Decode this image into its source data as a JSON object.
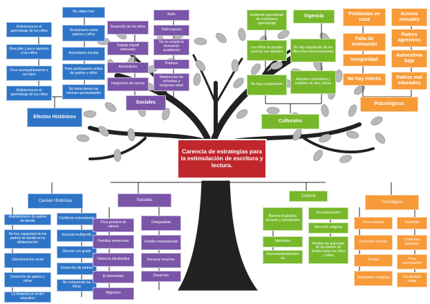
{
  "colors": {
    "blue": "#2e75c8",
    "purple": "#7a55a8",
    "green": "#76b82a",
    "orange": "#f79a37",
    "red": "#c0272d",
    "trunk": "#222222",
    "leaf": "#b8b8b8"
  },
  "center": "Carencia de estrategias para la estimulación de escritura y lectura.",
  "effects": {
    "historicos": {
      "title": "Efectos Históricos",
      "left": [
        "Deficiencia en el aprendizaje de los niños",
        "Descuido y poca atención a los niños",
        "Poco acompañamiento a sus hijos",
        "Deficiencia en el aprendizaje de los niños"
      ],
      "right": [
        "No saben leer",
        "Divisionismo entre padres y niños",
        "Ausentismo escolar",
        "Para participación activa de padres y niños",
        "No todos tienen las mismas oportunidades"
      ]
    },
    "sociales": {
      "title": "Sociales",
      "left": [
        "Deserción de los niños",
        "Trabajo infantil esforzado",
        "Alcoholismo",
        "Integración de menos"
      ],
      "right": [
        "Bulín",
        "Delincuencia",
        "No se cumpla la formación académica",
        "Pobreza",
        "Matrimonios de señoritas a temprana edad"
      ]
    },
    "culturales": {
      "title": "Culturales",
      "left": [
        "Insistente aprendizaje de enseñanza aprendizaje",
        "Los niños no pueden concluir sus estudios",
        "No hay comprensión"
      ],
      "top": "Vigencia",
      "right": [
        "No hay aceptación de las diferentes denominaciones",
        "Adoptan costumbres y tradición de otra cultura"
      ]
    },
    "psicologicos": {
      "title": "Psicológicos",
      "left": [
        "Problemas en casa",
        "Falta de motivación",
        "Inseguridad",
        "No hay interés"
      ],
      "right": [
        "Acosos sexuales",
        "Padres agresivos",
        "Autoestima baja",
        "Padres mal educados"
      ]
    }
  },
  "causes": {
    "historico": {
      "title": "Causas Históricas",
      "left": [
        "Analfabetismo de padres de familia",
        "No hay capacidad de los padres de familia en la alfabetización",
        "Discriminación racial",
        "Deserción de padres y niños",
        "La distancia al centro educativo"
      ],
      "right": [
        "Conflictos comunitarios",
        "Escuela multigrado",
        "Director con grado",
        "Deserción de padres",
        "No comprende las letras"
      ]
    },
    "sociales": {
      "title": "Sociales",
      "left": [
        "Poca práctica de valores",
        "Familias numerosas",
        "Violencia intrafamiliar",
        "El desempleo",
        "Migración"
      ],
      "right": [
        "Desigualdad",
        "Familia monoparental",
        "Escasos recursos",
        "Deserción"
      ]
    },
    "cultural": {
      "title": "Cultural",
      "left": [
        "Barrera lingüística docente y estudiantes",
        "Machismo",
        "Descontextualización de"
      ],
      "right": [
        "Desvalorización",
        "Dirección religiosa",
        "Pérdida de autoridad de los padres de familia hacia los niños y niñas"
      ]
    },
    "psicologico": {
      "title": "Psicológico",
      "left": [
        "Poca relación",
        "Deserción escolar",
        "Timidez",
        "Identidades múltiples"
      ],
      "right": [
        "Rebeldía",
        "Conductas agresivas",
        "Poca participación",
        "Vocabulario vulgar"
      ]
    }
  }
}
